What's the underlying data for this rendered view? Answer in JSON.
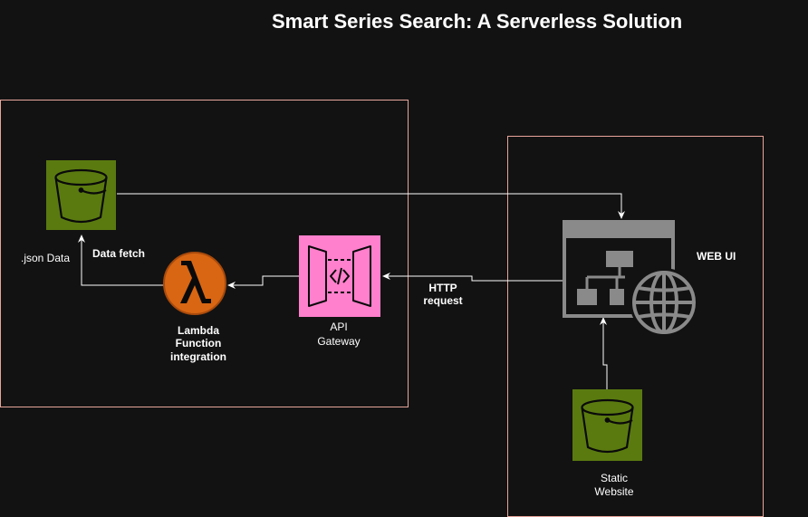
{
  "title": "Smart Series Search: A Serverless Solution",
  "nodes": {
    "s3_data": {
      "label": ".json Data",
      "icon": "s3-bucket-icon"
    },
    "lambda": {
      "label_line1": "Lambda",
      "label_line2": "Function",
      "label_line3": "integration",
      "icon": "lambda-icon"
    },
    "api_gateway": {
      "label_line1": "API",
      "label_line2": "Gateway",
      "icon": "api-gateway-icon"
    },
    "web_ui": {
      "label": "WEB UI",
      "icon": "web-ui-icon"
    },
    "s3_static": {
      "label_line1": "Static",
      "label_line2": "Website",
      "icon": "s3-bucket-icon"
    }
  },
  "edges": {
    "data_fetch": "Data fetch",
    "http_line1": "HTTP",
    "http_line2": "request"
  },
  "colors": {
    "background": "#121212",
    "group_border": "#e8a59a",
    "s3_fill": "#5a7a10",
    "lambda_fill": "#d86613",
    "api_fill": "#ff80cc",
    "icon_gray": "#8a8a8a",
    "arrow": "#ffffff"
  }
}
